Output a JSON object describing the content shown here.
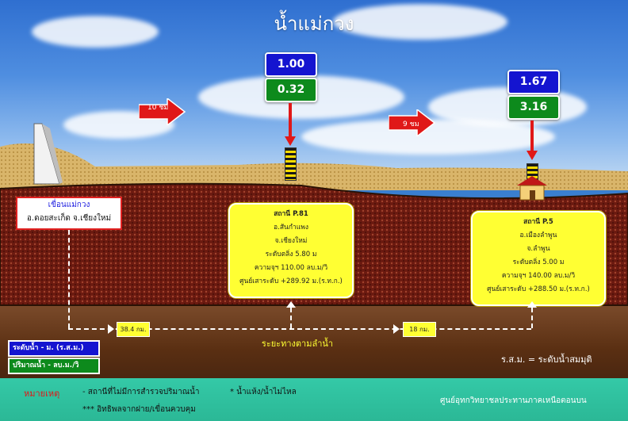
{
  "title": "น้ำแม่กวง",
  "colors": {
    "level_box": "#1414d0",
    "volume_box": "#0d8a1c",
    "station_box": "#ffff33",
    "arrow": "#e01818",
    "footer": "#2bb896"
  },
  "travel_times": [
    {
      "label": "10 ชม"
    },
    {
      "label": "9 ชม"
    }
  ],
  "stations": [
    {
      "level": "1.00",
      "volume": "0.32",
      "lines": [
        "สถานี P.81",
        "อ.สันกำแพง",
        "จ.เชียงใหม่",
        "ระดับตลิ่ง 5.80 ม",
        "ความจุฯ 110.00 ลบ.ม/วิ",
        "ศูนย์เสาระดับ +289.92 ม.(ร.ท.ก.)"
      ]
    },
    {
      "level": "1.67",
      "volume": "3.16",
      "lines": [
        "สถานี P.5",
        "อ.เมืองลำพูน",
        "จ.ลำพูน",
        "ระดับตลิ่ง 5.00 ม",
        "ความจุฯ 140.00 ลบ.ม/วิ",
        "ศูนย์เสาระดับ +288.50 ม.(ร.ท.ก.)"
      ]
    }
  ],
  "dam": {
    "name": "เขื่อนแม่กวง",
    "location": "อ.ดอยสะเก็ด จ.เชียงใหม่"
  },
  "distances": [
    "38.4 กม.",
    "18 กม."
  ],
  "river_label": "ระยะทางตามลำน้ำ",
  "legend": {
    "level": "ระดับน้ำ - ม. (ร.ส.ม.)",
    "volume": "ปริมาณน้ำ - ลบ.ม./วิ"
  },
  "rsm_note": "ร.ส.ม. = ระดับน้ำสมมุติ",
  "notes": {
    "title": "หมายเหตุ",
    "item1": "- สถานีที่ไม่มีการสำรวจปริมาณน้ำ",
    "item2": "* น้ำแห้ง/น้ำไม่ไหล",
    "item3": "*** อิทธิพลจากฝาย/เขื่อนควบคุม"
  },
  "organization": "ศูนย์อุทกวิทยาชลประทานภาคเหนือตอนบน"
}
